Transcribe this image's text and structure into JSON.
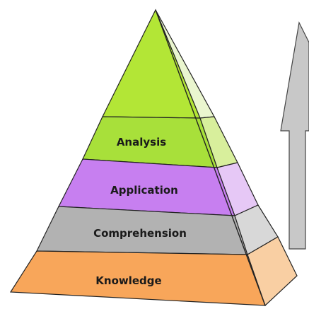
{
  "diagram": {
    "layers": [
      {
        "label": "Analysis",
        "color": "#a8e03a",
        "side_color": "#d8ef9c"
      },
      {
        "label": "Application",
        "color": "#c77ff0",
        "side_color": "#e6c8f6"
      },
      {
        "label": "Comprehension",
        "color": "#b2b2b2",
        "side_color": "#d8d8d8"
      },
      {
        "label": "Knowledge",
        "color": "#f8a65a",
        "side_color": "#f9cfa3"
      }
    ],
    "apex_color": "#b3e636",
    "apex_side_color": "#eaf6cf",
    "arrow_color": "#c8c8c8",
    "arrow_direction": "up"
  }
}
